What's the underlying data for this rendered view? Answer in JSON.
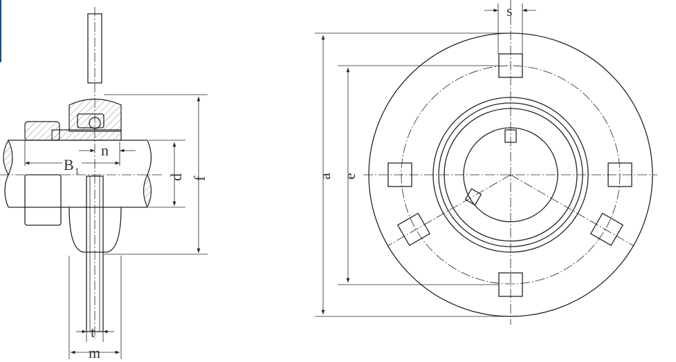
{
  "side_view": {
    "labels": {
      "B": "B",
      "B_sub": "1",
      "n": "n",
      "d": "d",
      "f": "f",
      "t": "t",
      "m": "m"
    }
  },
  "front_view": {
    "labels": {
      "s": "s",
      "a": "a",
      "e": "e"
    }
  },
  "colors": {
    "line": "#222222",
    "text": "#333333"
  }
}
